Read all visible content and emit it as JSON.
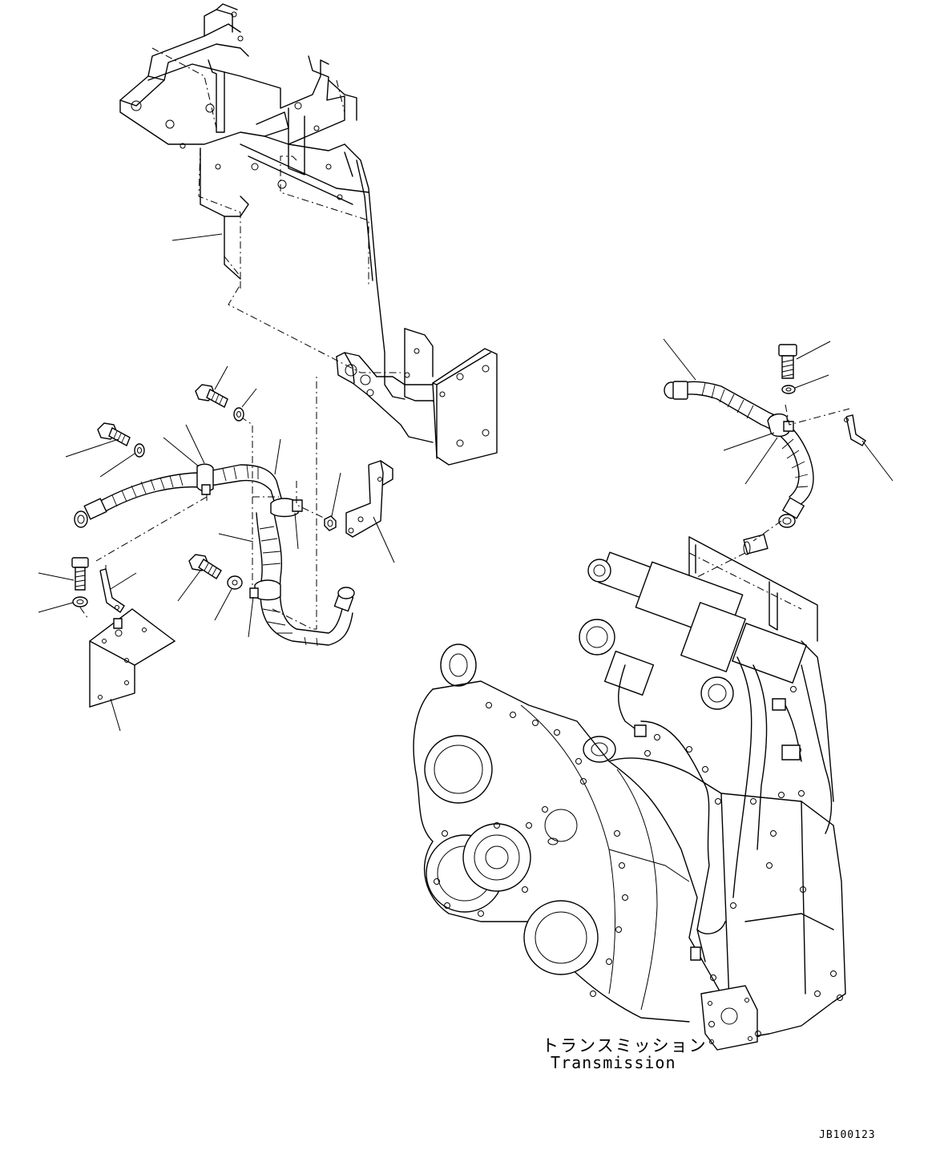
{
  "labels": {
    "transmission_jp": "トランスミッション",
    "transmission_en": "Transmission",
    "drawing_code": "JB100123"
  },
  "colors": {
    "line": "#000000",
    "background": "#ffffff"
  }
}
